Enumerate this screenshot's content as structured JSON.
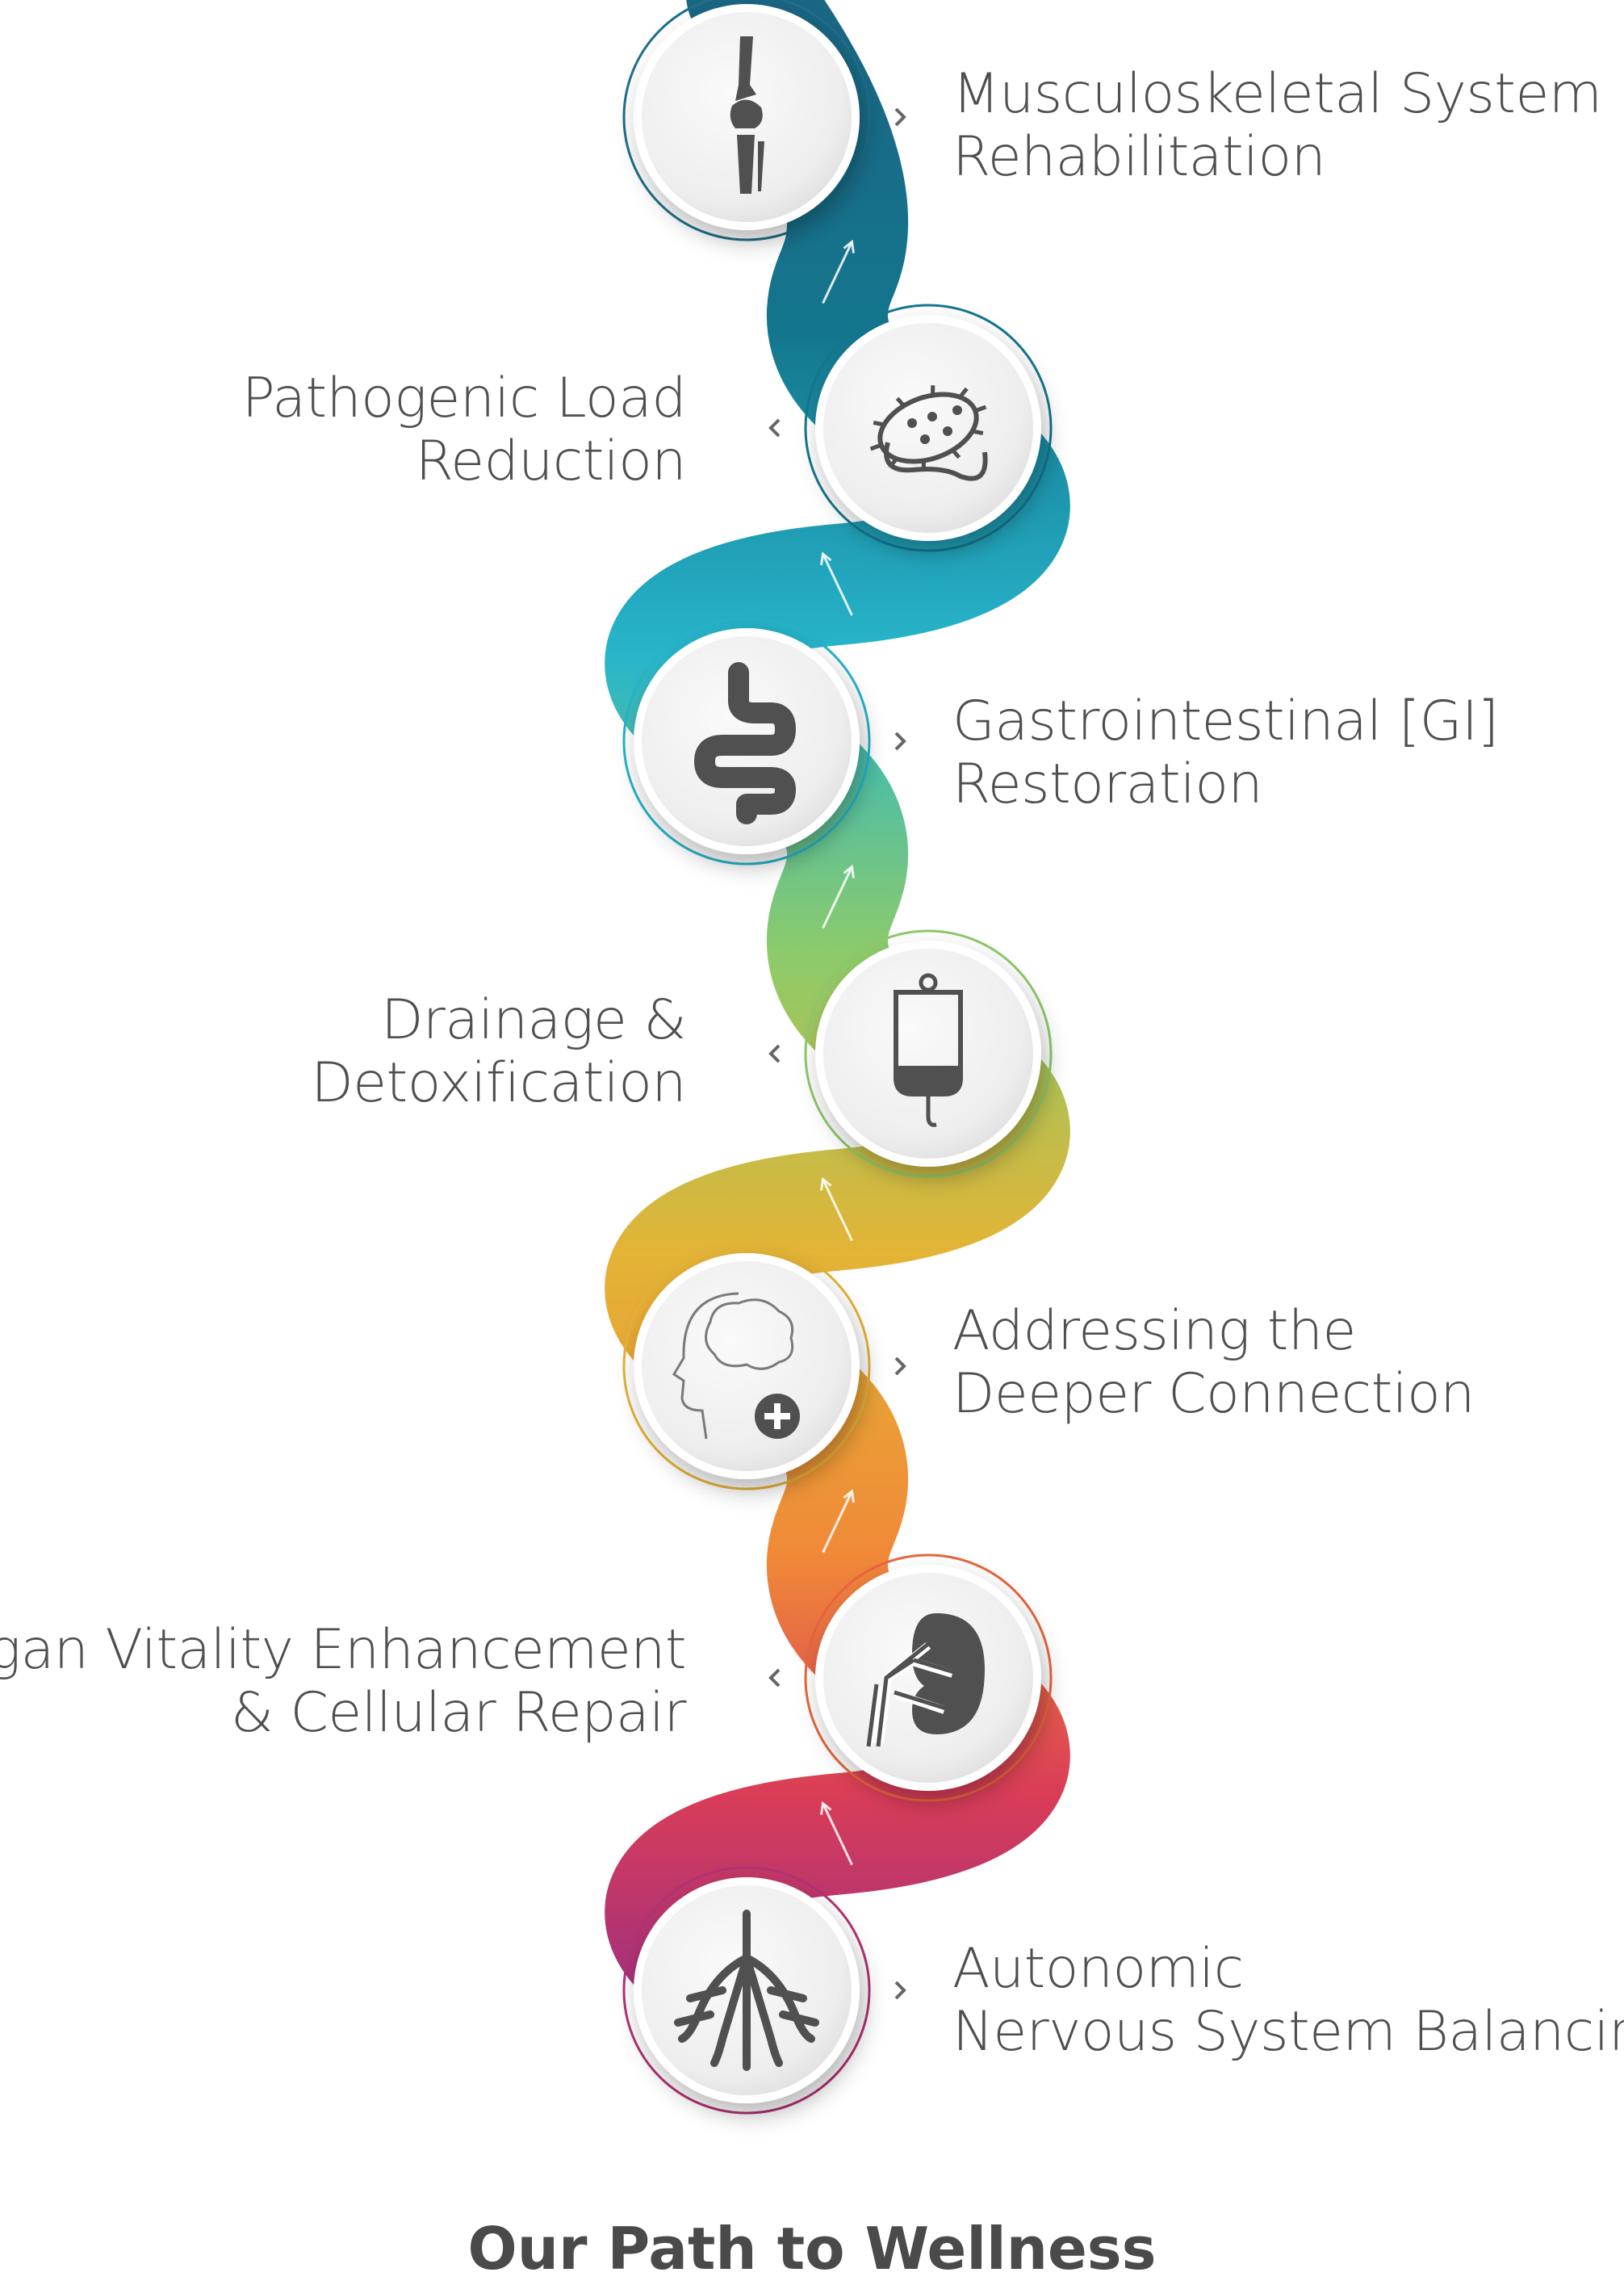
{
  "title": "Our Path to Wellness",
  "steps": [
    {
      "lines": [
        "Musculoskeletal System",
        "Rehabilitation"
      ],
      "icon": "knee-joint-icon",
      "color": "#1d6f8c"
    },
    {
      "lines": [
        "Pathogenic Load",
        "Reduction"
      ],
      "icon": "bacteria-icon",
      "color": "#14768e"
    },
    {
      "lines": [
        "Gastrointestinal [GI]",
        "Restoration"
      ],
      "icon": "intestine-icon",
      "color": "#26b3c9"
    },
    {
      "lines": [
        "Drainage &",
        "Detoxification"
      ],
      "icon": "iv-drip-bag-icon",
      "color": "#8cc96a"
    },
    {
      "lines": [
        "Addressing the",
        "Deeper Connection"
      ],
      "icon": "head-brain-plus-icon",
      "color": "#e3b237"
    },
    {
      "lines": [
        "Organ Vitality Enhancement",
        "& Cellular Repair"
      ],
      "icon": "kidney-icon",
      "color": "#e8653c"
    },
    {
      "lines": [
        "Autonomic",
        "Nervous System Balancing"
      ],
      "icon": "nerve-roots-icon",
      "color": "#b23272"
    }
  ]
}
